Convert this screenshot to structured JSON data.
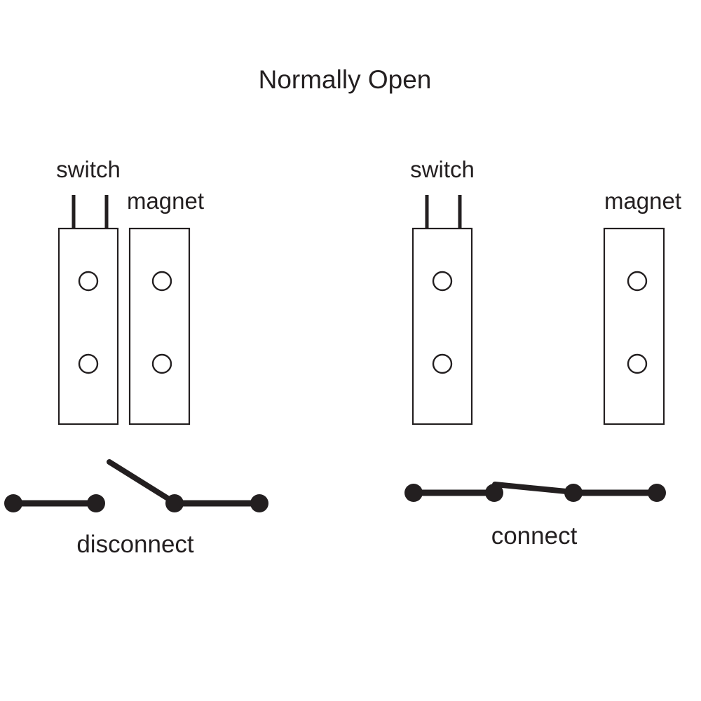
{
  "figure": {
    "title": "Normally Open",
    "background_color": "#ffffff",
    "ink_color": "#231f20"
  },
  "panels": [
    {
      "id": "left-panel",
      "state_label": "disconnect",
      "switch_label": "switch",
      "magnet_label": "magnet",
      "description": "Magnet adjacent to switch body, reed contacts open"
    },
    {
      "id": "right-panel",
      "state_label": "connect",
      "switch_label": "switch",
      "magnet_label": "magnet",
      "description": "Magnet moved away from switch body, reed contacts closed"
    }
  ],
  "left_panel": {
    "state_label": "disconnect",
    "switch_label": "switch",
    "magnet_label": "magnet"
  },
  "right_panel": {
    "state_label": "connect",
    "switch_label": "switch",
    "magnet_label": "magnet"
  }
}
